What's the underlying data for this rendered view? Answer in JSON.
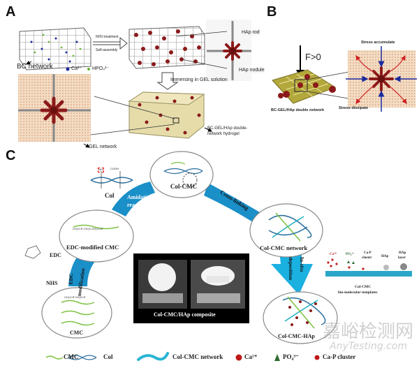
{
  "panels": {
    "a": "A",
    "b": "B",
    "c": "C"
  },
  "panel_a": {
    "bc_network": "BC network",
    "ca_legend": "Ca²⁺",
    "hpo4_legend": "HPO₄²⁻",
    "nh3_treatment": "NH3 treatment",
    "self_assembly": "Self-assembly",
    "hap_rod": "HAp rod",
    "hap_nodule": "HAp nodule",
    "immersing": "Immersing in GEL solution",
    "hydrogel_line1": "BC-GEL/HAp double-",
    "hydrogel_line2": "network hydrogel",
    "gel_network": "GEL network"
  },
  "panel_b": {
    "force": "F>0",
    "double_network": "BC-GEL/HAp double network",
    "stress_accumulate": "Stress accumulate",
    "stress_dissipate": "Stress dissipate"
  },
  "panel_c": {
    "col": "Col",
    "col_nh2": "NH₂",
    "col_cooh": "COOH",
    "col_cmc": "Col-CMC",
    "amidation_line1": "Amidation",
    "amidation_line2": "reaction",
    "cross_linking": "Cross-linking",
    "edc_modified_cmc": "EDC-modified CMC",
    "edc_formula": "CH₂O-R CH₂O-CH₂C=O",
    "edc": "EDC",
    "nhs": "NHS",
    "edc_mod_line1": "EDC",
    "edc_mod_line2": "modification",
    "cmc": "CMC",
    "cmc_formula": "CH₂O-R  CH₂O-R",
    "col_cmc_network": "Col-CMC network",
    "in_situ_line1": "In-situ",
    "in_situ_line2": "deposition",
    "col_cmc_hap": "Col-CMC-HAp",
    "composite": "Col-CMC/HAp composite",
    "template_ca": "Ca²⁺",
    "template_po4": "PO₄³⁻",
    "template_cap_line1": "Ca-P",
    "template_cap_line2": "cluster",
    "template_hap": "HAp",
    "template_hap_layer_line1": "HAp",
    "template_hap_layer_line2": "layer",
    "template_line1": "Col-CMC",
    "template_line2": "bio-molecular templates"
  },
  "legend": {
    "cmc": "CMC",
    "col": "Col",
    "network": "Col-CMC network",
    "ca": "Ca²⁺",
    "po4": "PO₄³⁻",
    "cluster": "Ca-P cluster"
  },
  "watermark": {
    "cn": "嘉峪检测网",
    "en": "AnyTesting.com"
  },
  "colors": {
    "hap": "#8b1a1a",
    "band": "#1a8fc8",
    "cmc": "#7cc242",
    "col": "#2a6f9e",
    "arrow_blue": "#1a2a9e",
    "arrow_red": "#d02020"
  }
}
